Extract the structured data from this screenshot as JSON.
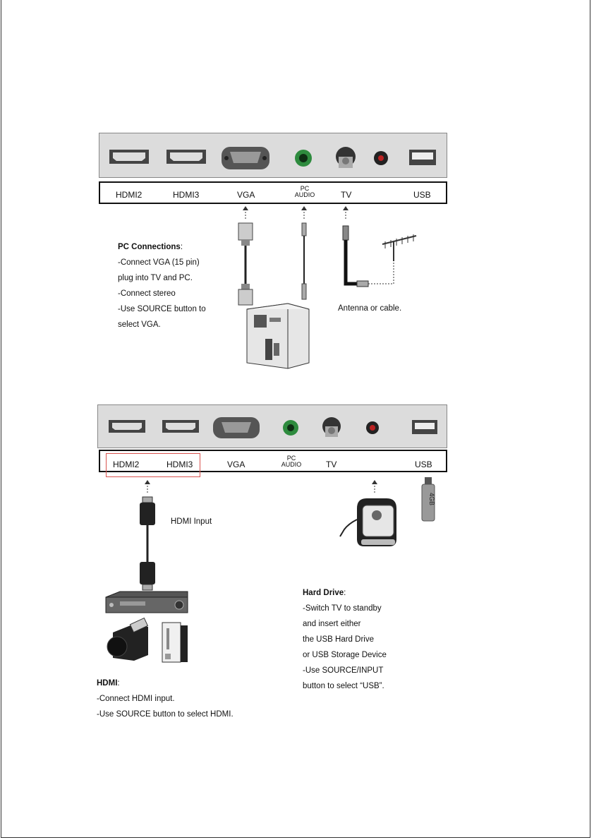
{
  "diagram1": {
    "ports": {
      "hdmi2": "HDMI2",
      "hdmi3": "HDMI3",
      "vga": "VGA",
      "pc_audio_top": "PC",
      "pc_audio_bottom": "AUDIO",
      "tv": "TV",
      "usb": "USB"
    },
    "pc_connections": {
      "heading": "PC Connections",
      "lines": [
        "-Connect VGA (15 pin)",
        "plug into TV and PC.",
        "-Connect stereo",
        "-Use SOURCE button to",
        "select VGA."
      ]
    },
    "antenna_caption": "Antenna or cable."
  },
  "diagram2": {
    "ports": {
      "hdmi2": "HDMI2",
      "hdmi3": "HDMI3",
      "vga": "VGA",
      "pc_audio_top": "PC",
      "pc_audio_bottom": "AUDIO",
      "tv": "TV",
      "usb": "USB"
    },
    "hdmi_input_caption": "HDMI Input",
    "usb_stick_label": "4GB",
    "hard_drive": {
      "heading": "Hard Drive",
      "lines": [
        "-Switch TV to standby",
        "and insert either",
        "the USB Hard Drive",
        "or USB Storage Device",
        "-Use SOURCE/INPUT",
        "button to select “USB”."
      ]
    },
    "hdmi": {
      "heading": "HDMI",
      "lines": [
        "-Connect HDMI input.",
        "-Use SOURCE button to select HDMI."
      ]
    }
  },
  "colors": {
    "panel": "#dcdcdc",
    "highlight": "#d9534f",
    "audio_jack": "#2e8b3e"
  }
}
